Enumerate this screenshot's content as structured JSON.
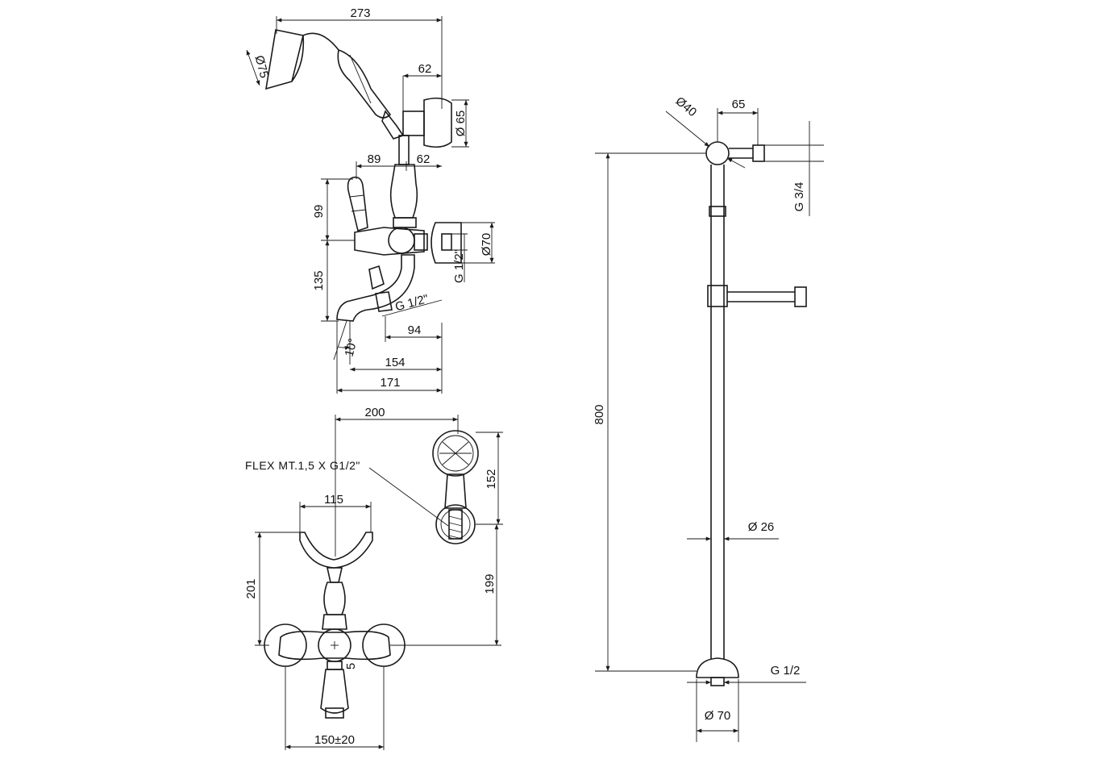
{
  "dimensions": {
    "handshower_width": "273",
    "head_diameter": "Ø75",
    "holder_offset": "62",
    "holder_diameter": "Ø 65",
    "lever_offset": "89",
    "spout_body_offset": "62",
    "height_to_lever": "99",
    "flange_diameter": "Ø70",
    "inlet_thread": "G 1/2\"",
    "spout_drop": "135",
    "hose_connection": "G 1/2\"",
    "hose_outlet_offset": "94",
    "spout_angle": "10°",
    "spout_reach_154": "154",
    "spout_reach_171": "171",
    "hand_shower_span": "200",
    "flex_hose_note": "FLEX MT.1,5 X G1/2\"",
    "hand_shower_height": "152",
    "cradle_width": "115",
    "cradle_height": "201",
    "mounting_height": "199",
    "spout_offset_5": "5",
    "centres": "150±20",
    "rail_top_diameter": "Ø40",
    "rail_arm_offset": "65",
    "rail_thread": "G 3/4",
    "rail_length": "800",
    "rail_tube_diameter": "Ø 26",
    "rail_bottom_thread": "G 1/2",
    "rail_base_diameter": "Ø 70"
  },
  "icons": [
    "handshower-icon",
    "mixer-icon",
    "riser-rail-icon"
  ],
  "colors": {
    "line": "#1a1a1a",
    "background": "#ffffff"
  }
}
